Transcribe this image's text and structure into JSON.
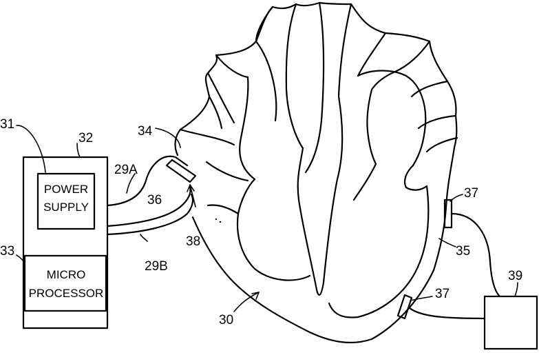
{
  "references": {
    "r30": "30",
    "r31": "31",
    "r32": "32",
    "r33": "33",
    "r34": "34",
    "r35": "35",
    "r36": "36",
    "r37a": "37",
    "r37b": "37",
    "r38": "38",
    "r39": "39",
    "r29a": "29A",
    "r29b": "29B"
  },
  "power_supply": {
    "line1": "POWER",
    "line2": "SUPPLY"
  },
  "micro_processor": {
    "line1": "MICRO",
    "line2": "PROCESSOR"
  }
}
